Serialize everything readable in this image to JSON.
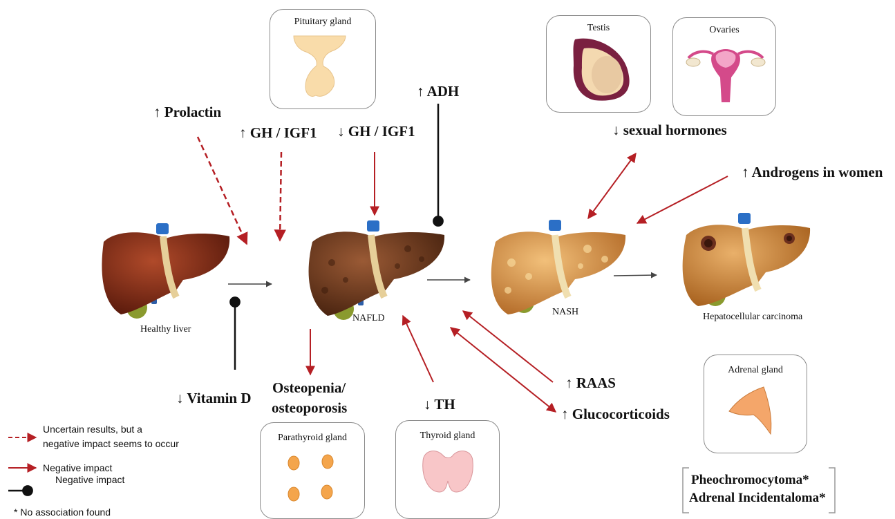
{
  "organs": {
    "pituitary": "Pituitary gland",
    "testis": "Testis",
    "ovaries": "Ovaries",
    "parathyroid": "Parathyroid gland",
    "thyroid": "Thyroid gland",
    "adrenal": "Adrenal gland"
  },
  "stages": {
    "healthy": "Healthy liver",
    "nafld": "NAFLD",
    "nash": "NASH",
    "hcc": "Hepatocellular carcinoma"
  },
  "factors": {
    "prolactin": "↑ Prolactin",
    "gh_up": "↑ GH / IGF1",
    "gh_down": "↓ GH / IGF1",
    "adh": "↑ ADH",
    "sex_hormones": "↓ sexual hormones",
    "androgens": "↑ Androgens in women",
    "vitamin_d": "↓ Vitamin D",
    "osteo_line1": "Osteopenia/",
    "osteo_line2": "osteoporosis",
    "th": "↓ TH",
    "raas": "↑ RAAS",
    "glucocorticoids": "↑ Glucocorticoids",
    "pheo": "Pheochromocytoma*",
    "adrenal_inc": "Adrenal Incidentaloma*"
  },
  "legend": {
    "uncertain_line1": "Uncertain results, but a",
    "uncertain_line2": "negative impact seems to occur",
    "negative": "Negative impact",
    "negative2": "Negative impact",
    "no_assoc": "* No association found"
  },
  "colors": {
    "red": "#b51f24",
    "dark": "#111111",
    "gray_arrow": "#444444",
    "box_border": "#8a8a8a"
  }
}
